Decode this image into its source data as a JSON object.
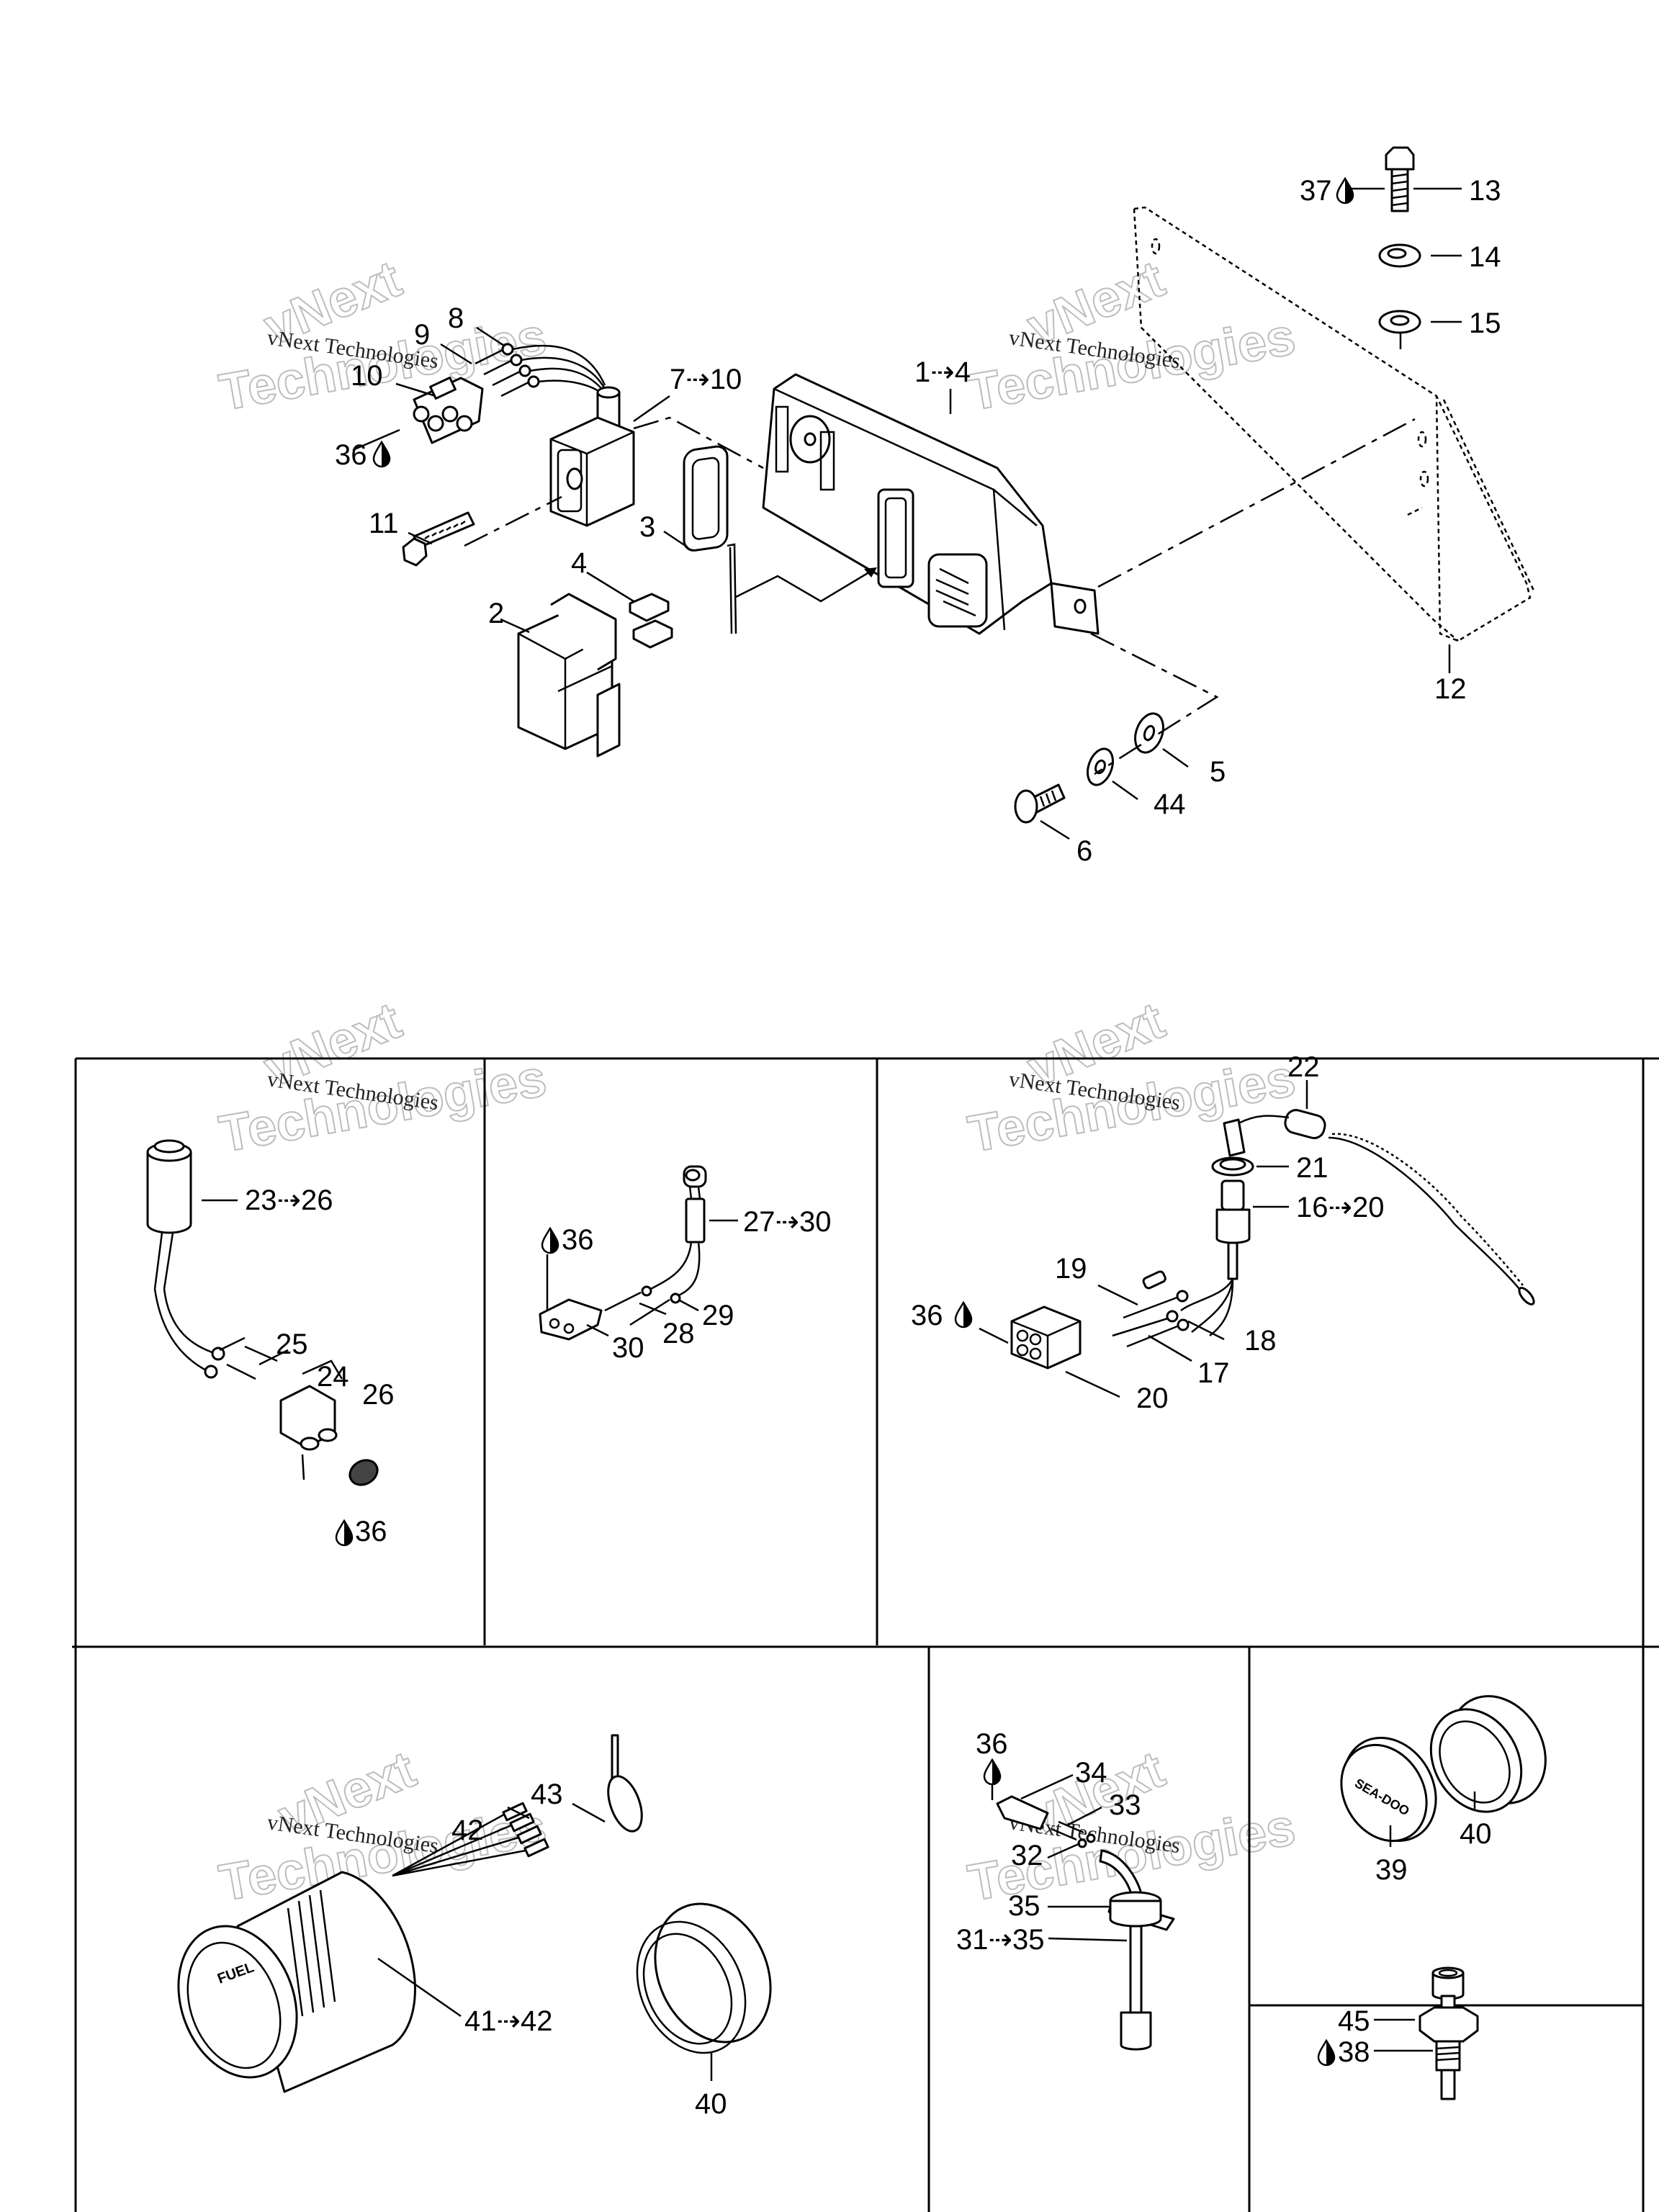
{
  "watermark": {
    "small_text": "vNext Technologies",
    "big_line1": "vNext",
    "big_line2": "Technologies"
  },
  "lubricant_icon": "drop-icon",
  "top_section": {
    "callouts": {
      "c8": "8",
      "c9": "9",
      "c10": "10",
      "c36": "36",
      "c7_10": "7⇢10",
      "c11": "11",
      "c3": "3",
      "c4": "4",
      "c2": "2",
      "c1_4": "1⇢4",
      "c37": "37",
      "c13": "13",
      "c14": "14",
      "c15": "15",
      "c12": "12",
      "c5": "5",
      "c44": "44",
      "c6": "6"
    }
  },
  "panels": [
    {
      "id": "sensor-23-26",
      "callouts": {
        "c23_26": "23⇢26",
        "c25": "25",
        "c24": "24",
        "c26": "26",
        "c36": "36"
      }
    },
    {
      "id": "switch-27-30",
      "callouts": {
        "c27_30": "27⇢30",
        "c36": "36",
        "c29": "29",
        "c28": "28",
        "c30": "30"
      }
    },
    {
      "id": "lanyard-16-22",
      "callouts": {
        "c22": "22",
        "c21": "21",
        "c16_20": "16⇢20",
        "c19": "19",
        "c36": "36",
        "c18": "18",
        "c17": "17",
        "c20": "20"
      }
    },
    {
      "id": "gauge-40-43",
      "callouts": {
        "c43": "43",
        "c42": "42",
        "c41_42": "41⇢42",
        "c40": "40"
      }
    },
    {
      "id": "fuel-sender-31-36",
      "callouts": {
        "c36": "36",
        "c34": "34",
        "c33": "33",
        "c32": "32",
        "c35": "35",
        "c31_35": "31⇢35"
      }
    },
    {
      "id": "cap-39-40",
      "callouts": {
        "c39": "39",
        "c40": "40",
        "logo": "SEA-DOO"
      }
    },
    {
      "id": "sensor-38-45",
      "callouts": {
        "c45": "45",
        "c38": "38"
      }
    }
  ],
  "gauge_face_text": "FUEL"
}
